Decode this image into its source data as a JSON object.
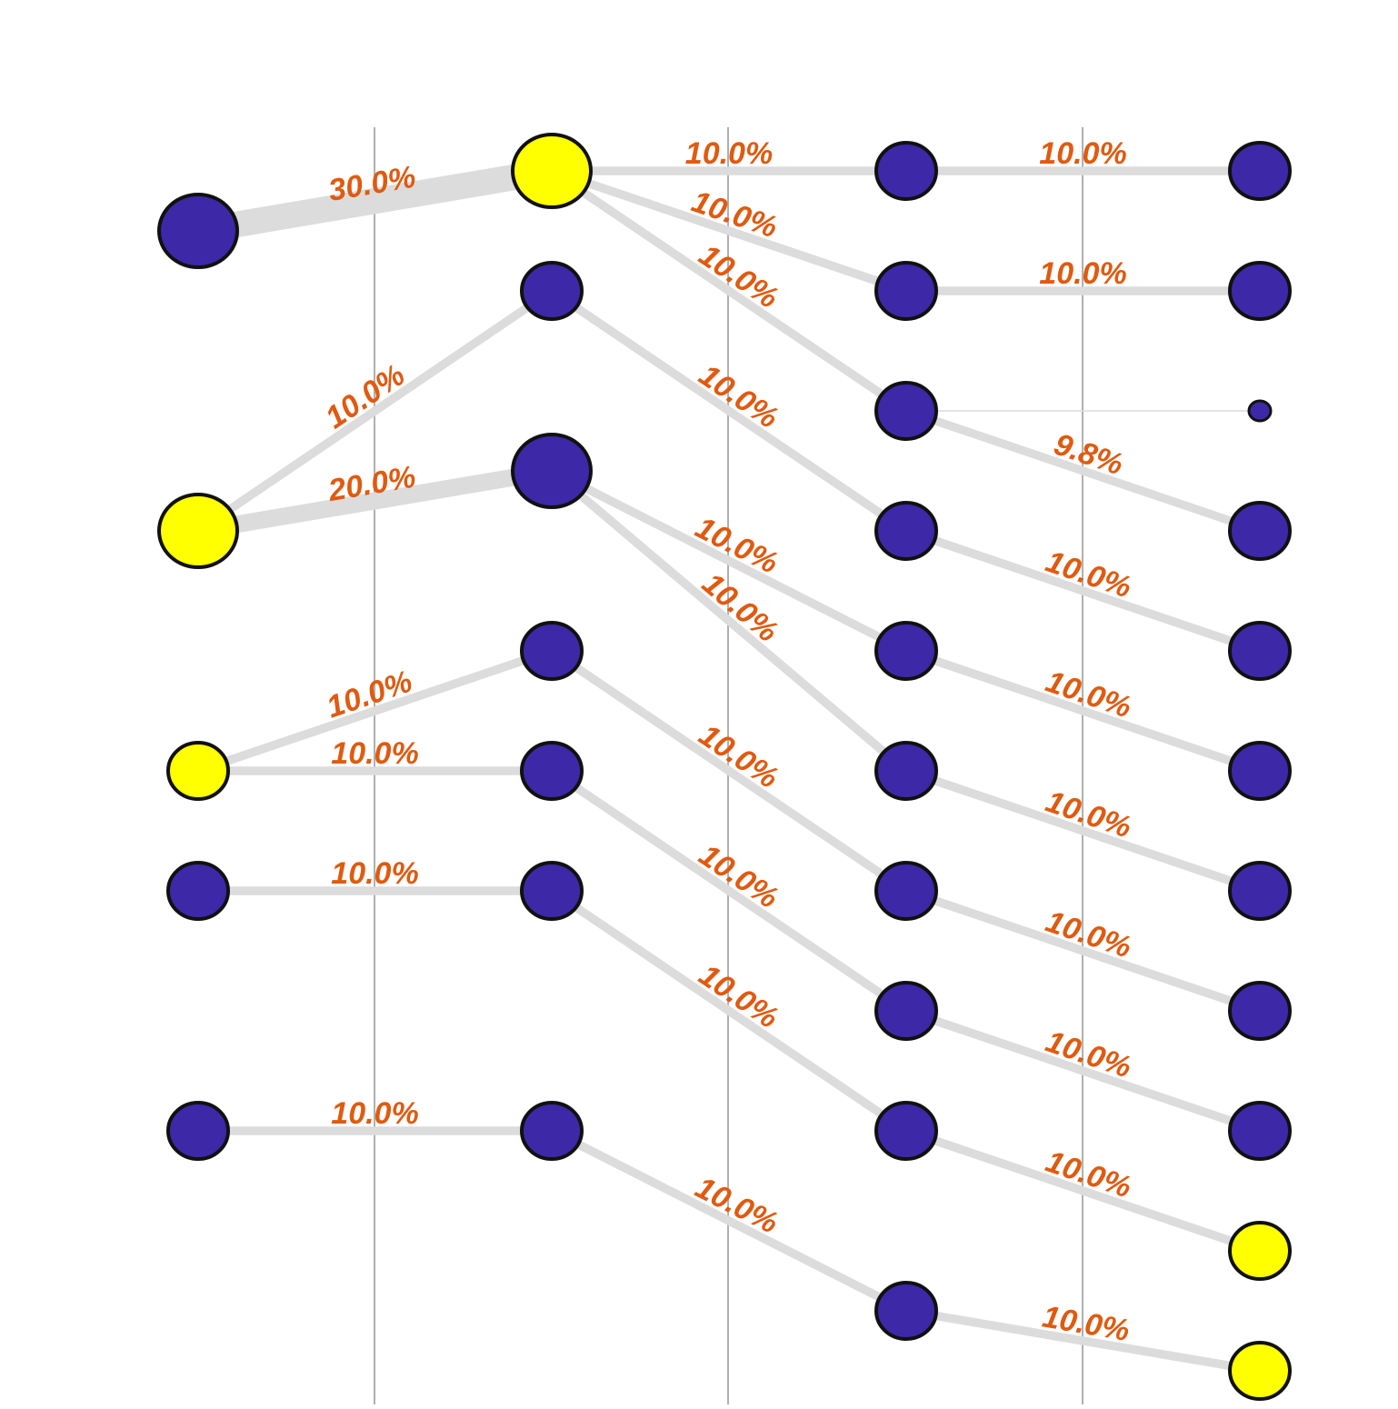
{
  "diagram": {
    "colors": {
      "blue_node": "#3d28a8",
      "yellow_node": "#ffff00",
      "node_stroke": "#111111",
      "edge": "#dcdcdc",
      "label": "#e05a10",
      "column_divider": "#b0b0b0"
    },
    "columns": [
      0,
      1,
      2,
      3,
      4
    ],
    "nodes": [
      {
        "id": "a0",
        "column": 0,
        "row": 0.5,
        "color": "blue",
        "size": "large"
      },
      {
        "id": "a1",
        "column": 0,
        "row": 3,
        "color": "yellow",
        "size": "large"
      },
      {
        "id": "a2",
        "column": 0,
        "row": 5,
        "color": "yellow",
        "size": "medium"
      },
      {
        "id": "a3",
        "column": 0,
        "row": 6,
        "color": "blue",
        "size": "medium"
      },
      {
        "id": "a4",
        "column": 0,
        "row": 8,
        "color": "blue",
        "size": "medium"
      },
      {
        "id": "b0",
        "column": 1,
        "row": 0,
        "color": "yellow",
        "size": "large"
      },
      {
        "id": "b1",
        "column": 1,
        "row": 1,
        "color": "blue",
        "size": "medium"
      },
      {
        "id": "b2",
        "column": 1,
        "row": 2.5,
        "color": "blue",
        "size": "large"
      },
      {
        "id": "b3",
        "column": 1,
        "row": 4,
        "color": "blue",
        "size": "medium"
      },
      {
        "id": "b4",
        "column": 1,
        "row": 5,
        "color": "blue",
        "size": "medium"
      },
      {
        "id": "b5",
        "column": 1,
        "row": 6,
        "color": "blue",
        "size": "medium"
      },
      {
        "id": "b6",
        "column": 1,
        "row": 8,
        "color": "blue",
        "size": "medium"
      },
      {
        "id": "c0",
        "column": 2,
        "row": 0,
        "color": "blue",
        "size": "medium"
      },
      {
        "id": "c1",
        "column": 2,
        "row": 1,
        "color": "blue",
        "size": "medium"
      },
      {
        "id": "c2",
        "column": 2,
        "row": 2,
        "color": "blue",
        "size": "medium"
      },
      {
        "id": "c3",
        "column": 2,
        "row": 3,
        "color": "blue",
        "size": "medium"
      },
      {
        "id": "c4",
        "column": 2,
        "row": 4,
        "color": "blue",
        "size": "medium"
      },
      {
        "id": "c5",
        "column": 2,
        "row": 5,
        "color": "blue",
        "size": "medium"
      },
      {
        "id": "c6",
        "column": 2,
        "row": 6,
        "color": "blue",
        "size": "medium"
      },
      {
        "id": "c7",
        "column": 2,
        "row": 7,
        "color": "blue",
        "size": "medium"
      },
      {
        "id": "c8",
        "column": 2,
        "row": 8,
        "color": "blue",
        "size": "medium"
      },
      {
        "id": "c9",
        "column": 2,
        "row": 9.5,
        "color": "blue",
        "size": "medium"
      },
      {
        "id": "d0",
        "column": 3,
        "row": 0,
        "color": "blue",
        "size": "medium"
      },
      {
        "id": "d1",
        "column": 3,
        "row": 1,
        "color": "blue",
        "size": "medium"
      },
      {
        "id": "d2",
        "column": 3,
        "row": 2,
        "color": "blue",
        "size": "tiny"
      },
      {
        "id": "d3",
        "column": 3,
        "row": 3,
        "color": "blue",
        "size": "medium"
      },
      {
        "id": "d4",
        "column": 3,
        "row": 4,
        "color": "blue",
        "size": "medium"
      },
      {
        "id": "d5",
        "column": 3,
        "row": 5,
        "color": "blue",
        "size": "medium"
      },
      {
        "id": "d6",
        "column": 3,
        "row": 6,
        "color": "blue",
        "size": "medium"
      },
      {
        "id": "d7",
        "column": 3,
        "row": 7,
        "color": "blue",
        "size": "medium"
      },
      {
        "id": "d8",
        "column": 3,
        "row": 8,
        "color": "blue",
        "size": "medium"
      },
      {
        "id": "d9",
        "column": 3,
        "row": 9,
        "color": "yellow",
        "size": "medium"
      },
      {
        "id": "d10",
        "column": 3,
        "row": 10,
        "color": "yellow",
        "size": "medium"
      }
    ],
    "edges": [
      {
        "from": "a0",
        "to": "b0",
        "label": "30.0%",
        "weight": 30
      },
      {
        "from": "a1",
        "to": "b1",
        "label": "10.0%",
        "weight": 10
      },
      {
        "from": "a1",
        "to": "b2",
        "label": "20.0%",
        "weight": 20
      },
      {
        "from": "a2",
        "to": "b3",
        "label": "10.0%",
        "weight": 10
      },
      {
        "from": "a2",
        "to": "b4",
        "label": "10.0%",
        "weight": 10
      },
      {
        "from": "a3",
        "to": "b5",
        "label": "10.0%",
        "weight": 10
      },
      {
        "from": "a4",
        "to": "b6",
        "label": "10.0%",
        "weight": 10
      },
      {
        "from": "b0",
        "to": "c0",
        "label": "10.0%",
        "weight": 10
      },
      {
        "from": "b0",
        "to": "c1",
        "label": "10.0%",
        "weight": 10
      },
      {
        "from": "b0",
        "to": "c2",
        "label": "10.0%",
        "weight": 10
      },
      {
        "from": "b1",
        "to": "c3",
        "label": "10.0%",
        "weight": 10
      },
      {
        "from": "b2",
        "to": "c4",
        "label": "10.0%",
        "weight": 10
      },
      {
        "from": "b2",
        "to": "c5",
        "label": "10.0%",
        "weight": 10
      },
      {
        "from": "b3",
        "to": "c6",
        "label": "10.0%",
        "weight": 10
      },
      {
        "from": "b4",
        "to": "c7",
        "label": "10.0%",
        "weight": 10
      },
      {
        "from": "b5",
        "to": "c8",
        "label": "10.0%",
        "weight": 10
      },
      {
        "from": "b6",
        "to": "c9",
        "label": "10.0%",
        "weight": 10
      },
      {
        "from": "c0",
        "to": "d0",
        "label": "10.0%",
        "weight": 10
      },
      {
        "from": "c1",
        "to": "d1",
        "label": "10.0%",
        "weight": 10
      },
      {
        "from": "c2",
        "to": "d2",
        "label": "",
        "weight": 0.2
      },
      {
        "from": "c2",
        "to": "d3",
        "label": "9.8%",
        "weight": 9.8
      },
      {
        "from": "c3",
        "to": "d4",
        "label": "10.0%",
        "weight": 10
      },
      {
        "from": "c4",
        "to": "d5",
        "label": "10.0%",
        "weight": 10
      },
      {
        "from": "c5",
        "to": "d6",
        "label": "10.0%",
        "weight": 10
      },
      {
        "from": "c6",
        "to": "d7",
        "label": "10.0%",
        "weight": 10
      },
      {
        "from": "c7",
        "to": "d8",
        "label": "10.0%",
        "weight": 10
      },
      {
        "from": "c8",
        "to": "d9",
        "label": "10.0%",
        "weight": 10
      },
      {
        "from": "c9",
        "to": "d10",
        "label": "10.0%",
        "weight": 10
      }
    ]
  }
}
